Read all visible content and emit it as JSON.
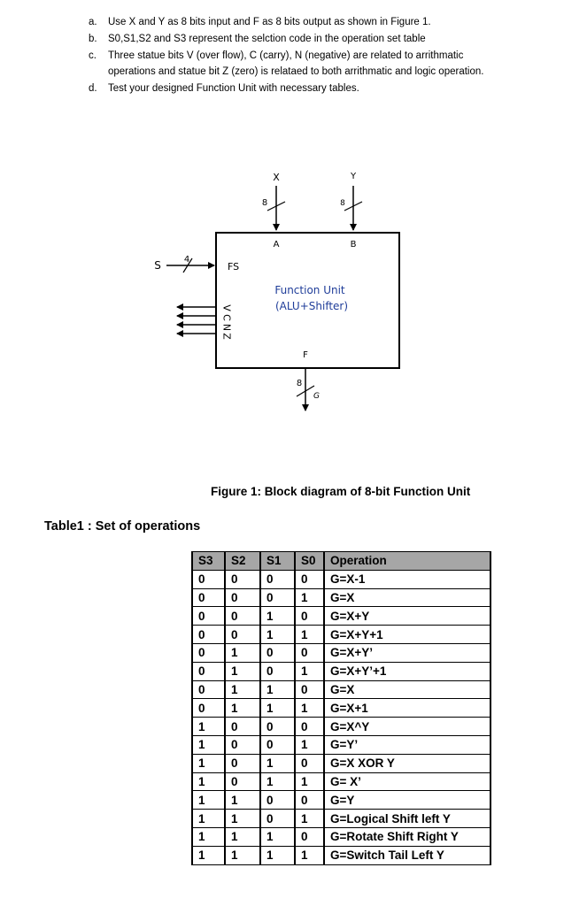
{
  "instructions": [
    {
      "marker": "a.",
      "lines": [
        "Use X and Y as 8 bits input and F as 8 bits output as shown in Figure 1."
      ]
    },
    {
      "marker": "b.",
      "lines": [
        "S0,S1,S2 and S3 represent the selction code in the operation set table"
      ]
    },
    {
      "marker": "c.",
      "lines": [
        "Three statue bits V (over flow), C (carry), N (negative) are related to arrithmatic",
        "operations and statue bit Z (zero) is relataed to both arrithmatic and logic operation."
      ]
    },
    {
      "marker": "d.",
      "lines": [
        "Test your designed Function Unit with necessary tables."
      ]
    }
  ],
  "diagram": {
    "input_x": "X",
    "input_y": "Y",
    "width_x": "8",
    "width_y": "8",
    "port_a": "A",
    "port_b": "B",
    "select_input": "S",
    "select_width": "4",
    "port_fs": "FS",
    "status_bits": [
      "V",
      "C",
      "N",
      "Z"
    ],
    "unit_title": "Function Unit",
    "unit_subtitle": "(ALU+Shifter)",
    "port_f": "F",
    "width_out": "8",
    "output_g": "G"
  },
  "figure_caption": "Figure 1: Block diagram of 8-bit Function Unit",
  "table_title": "Table1 : Set of operations",
  "table": {
    "headers": [
      "S3",
      "S2",
      "S1",
      "S0",
      "Operation"
    ],
    "rows": [
      [
        "0",
        "0",
        "0",
        "0",
        "G=X-1"
      ],
      [
        "0",
        "0",
        "0",
        "1",
        "G=X"
      ],
      [
        "0",
        "0",
        "1",
        "0",
        "G=X+Y"
      ],
      [
        "0",
        "0",
        "1",
        "1",
        "G=X+Y+1"
      ],
      [
        "0",
        "1",
        "0",
        "0",
        "G=X+Y’"
      ],
      [
        "0",
        "1",
        "0",
        "1",
        "G=X+Y’+1"
      ],
      [
        "0",
        "1",
        "1",
        "0",
        "G=X"
      ],
      [
        "0",
        "1",
        "1",
        "1",
        "G=X+1"
      ],
      [
        "1",
        "0",
        "0",
        "0",
        "G=X^Y"
      ],
      [
        "1",
        "0",
        "0",
        "1",
        "G=Y’"
      ],
      [
        "1",
        "0",
        "1",
        "0",
        "G=X XOR Y"
      ],
      [
        "1",
        "0",
        "1",
        "1",
        "G= X’"
      ],
      [
        "1",
        "1",
        "0",
        "0",
        "G=Y"
      ],
      [
        "1",
        "1",
        "0",
        "1",
        "G=Logical Shift left Y"
      ],
      [
        "1",
        "1",
        "1",
        "0",
        "G=Rotate Shift Right Y"
      ],
      [
        "1",
        "1",
        "1",
        "1",
        "G=Switch Tail Left Y"
      ]
    ]
  }
}
